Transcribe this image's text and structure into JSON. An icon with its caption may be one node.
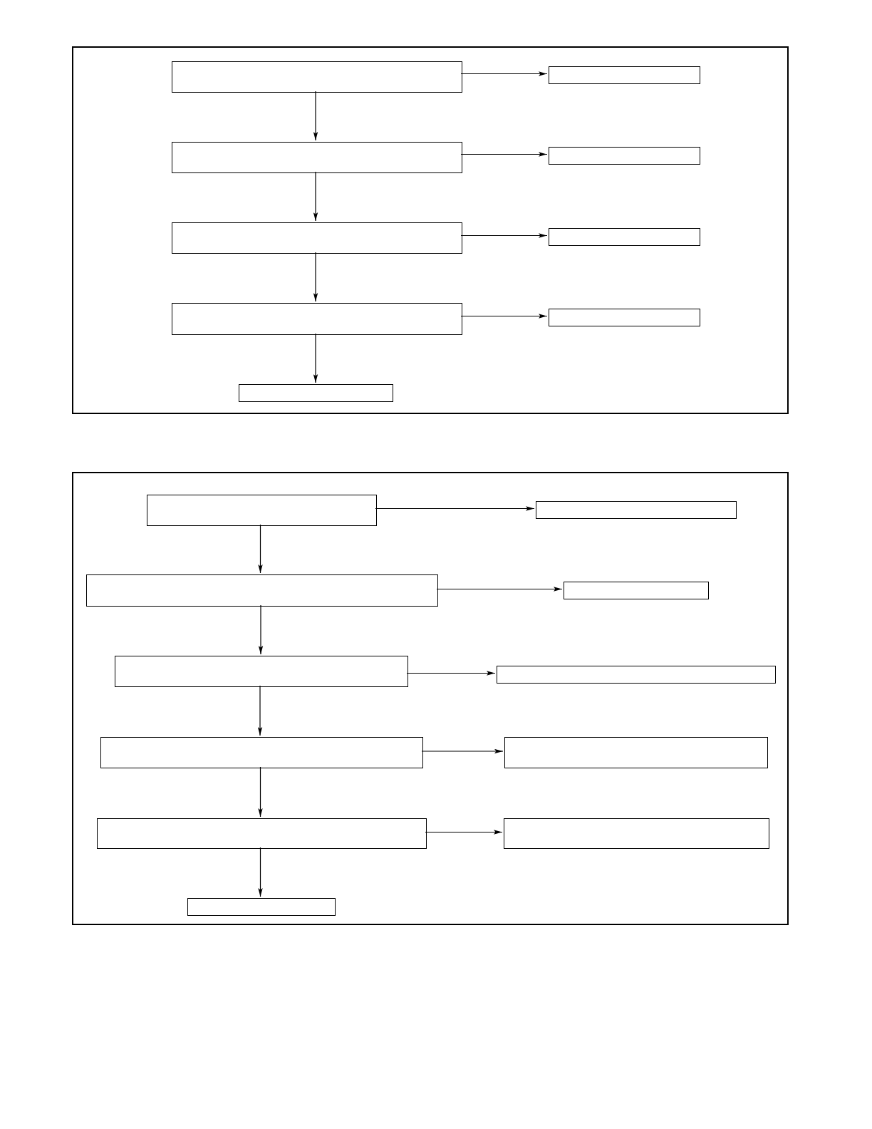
{
  "diagram": {
    "nodes": [
      {
        "text": [],
        "shape": "box"
      },
      {
        "text": [],
        "shape": "box",
        "in": 0
      },
      {
        "text": [],
        "shape": "box",
        "in": 0
      },
      {
        "text": [],
        "shape": "box",
        "in": 0
      },
      {
        "text": [],
        "shape": "box",
        "in": 0
      },
      {
        "text": [],
        "shape": "box",
        "in": 0
      },
      {
        "text": [],
        "shape": "box",
        "in": 0
      },
      {
        "text": [],
        "shape": "box",
        "in": 0
      },
      {
        "text": [],
        "shape": "box",
        "in": 0
      },
      {
        "text": [],
        "shape": "box",
        "in": 0
      },
      {
        "text": [],
        "shape": "box"
      },
      {
        "text": [],
        "shape": "box",
        "in": 10
      },
      {
        "text": [],
        "shape": "box",
        "in": 10
      },
      {
        "text": [],
        "shape": "box",
        "in": 10
      },
      {
        "text": [],
        "shape": "box",
        "in": 10
      },
      {
        "text": [],
        "shape": "box",
        "in": 10
      },
      {
        "text": [],
        "shape": "box",
        "in": 10
      },
      {
        "text": [],
        "shape": "box",
        "in": 10
      },
      {
        "text": [],
        "shape": "box",
        "in": 10
      },
      {
        "text": [],
        "shape": "box",
        "in": 10
      },
      {
        "text": [],
        "shape": "box",
        "in": 10
      },
      {
        "text": [],
        "shape": "box",
        "in": 10
      }
    ],
    "edges": [
      {
        "from": 1,
        "to": 2,
        "arrow": "to"
      },
      {
        "from": 1,
        "to": 3,
        "arrow": "to"
      },
      {
        "from": 3,
        "to": 4,
        "arrow": "to"
      },
      {
        "from": 3,
        "to": 5,
        "arrow": "to"
      },
      {
        "from": 5,
        "to": 6,
        "arrow": "to"
      },
      {
        "from": 5,
        "to": 7,
        "arrow": "to"
      },
      {
        "from": 7,
        "to": 8,
        "arrow": "to"
      },
      {
        "from": 7,
        "to": 9,
        "arrow": "to"
      },
      {
        "from": 11,
        "to": 12,
        "arrow": "to"
      },
      {
        "from": 11,
        "to": 13,
        "arrow": "to"
      },
      {
        "from": 13,
        "to": 14,
        "arrow": "to"
      },
      {
        "from": 13,
        "to": 15,
        "arrow": "to"
      },
      {
        "from": 15,
        "to": 16,
        "arrow": "to"
      },
      {
        "from": 15,
        "to": 17,
        "arrow": "to"
      },
      {
        "from": 17,
        "to": 18,
        "arrow": "to"
      },
      {
        "from": 17,
        "to": 19,
        "arrow": "to"
      },
      {
        "from": 19,
        "to": 20,
        "arrow": "to"
      },
      {
        "from": 19,
        "to": 21,
        "arrow": "to"
      }
    ]
  }
}
